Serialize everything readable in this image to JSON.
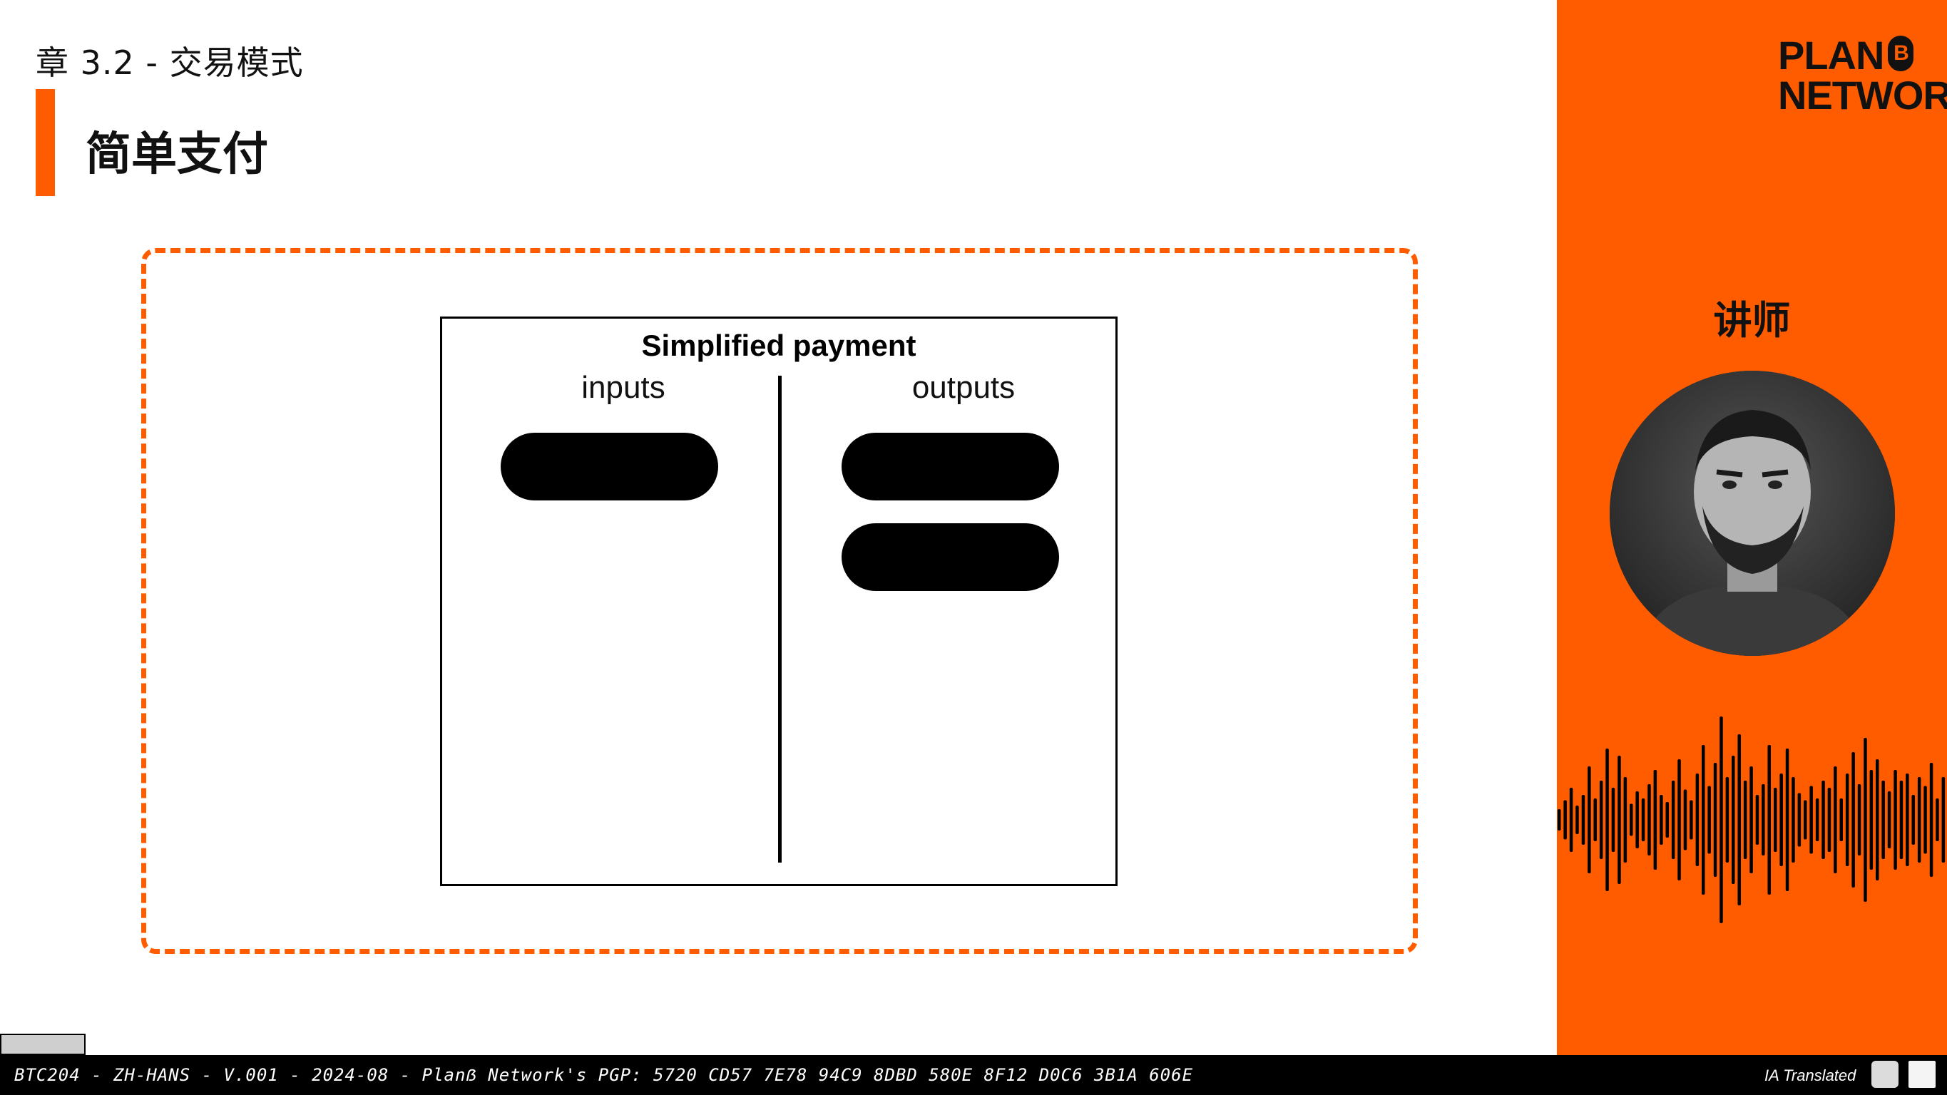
{
  "header": {
    "chapter": "章 3.2 - 交易模式",
    "title": "简单支付"
  },
  "diagram": {
    "title": "Simplified payment",
    "inputs_label": "inputs",
    "outputs_label": "outputs",
    "input_count": 1,
    "output_count": 2
  },
  "sidebar": {
    "logo_line1": "PLAN",
    "logo_coin": "B",
    "logo_line2": "NETWORK",
    "speaker_label": "讲师"
  },
  "footer": {
    "info": "BTC204 - ZH-HANS - V.001 - 2024-08 - Planẞ Network's PGP: 5720 CD57 7E78 94C9 8DBD 580E 8F12 D0C6 3B1A 606E",
    "ia_label": "IA Translated"
  },
  "colors": {
    "accent": "#ff5c00",
    "text": "#111111",
    "footer_bg": "#000000"
  }
}
